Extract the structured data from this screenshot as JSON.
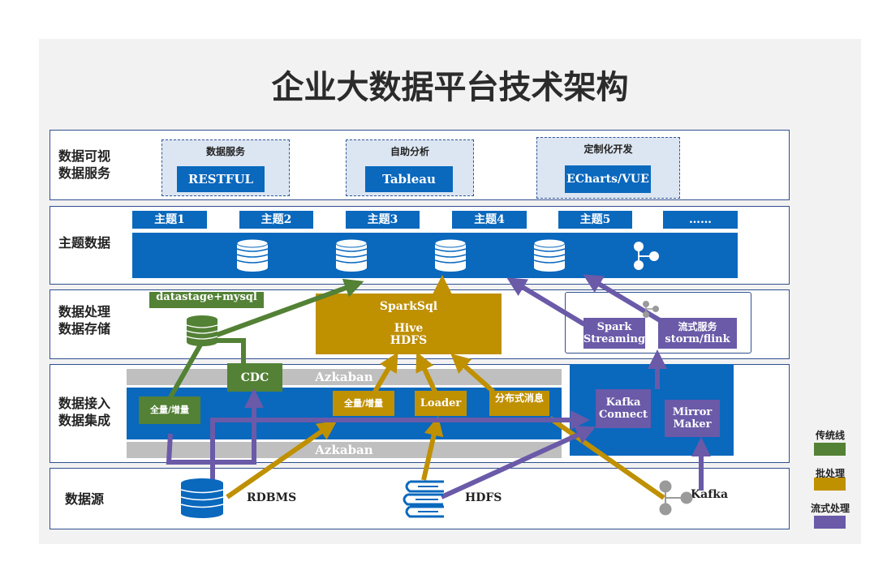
{
  "title": "企业大数据平台技术架构",
  "layers": {
    "viz": "数据可视\n数据服务",
    "subject": "主题数据",
    "process": "数据处理\n数据存储",
    "ingest": "数据接入\n数据集成",
    "source": "数据源"
  },
  "services": [
    {
      "label": "数据服务",
      "tool": "RESTFUL"
    },
    {
      "label": "自助分析",
      "tool": "Tableau"
    },
    {
      "label": "定制化开发",
      "tool": "ECharts/VUE"
    }
  ],
  "topics": [
    "主题1",
    "主题2",
    "主题3",
    "主题4",
    "主题5",
    "……"
  ],
  "processing": {
    "datastage": "datastage+mysql",
    "sparksql": "SparkSql",
    "hive": "Hive",
    "hdfs": "HDFS",
    "spark_streaming": "Spark Streaming",
    "stream_service": "流式服务",
    "storm_flink": "storm/flink"
  },
  "ingestion": {
    "cdc": "CDC",
    "full_incremental_green": "全量/增量",
    "azkaban_top": "Azkaban",
    "azkaban_bottom": "Azkaban",
    "full_incremental_gold": "全量/增量",
    "loader": "Loader",
    "distributed_msg": "分布式消息",
    "kafka_connect": "Kafka Connect",
    "mirror_maker": "Mirror Maker"
  },
  "sources": {
    "rdbms": "RDBMS",
    "hdfs": "HDFS",
    "kafka": "Kafka"
  },
  "legend": [
    {
      "label": "传统线",
      "color": "#538135"
    },
    {
      "label": "批处理",
      "color": "#bf9000"
    },
    {
      "label": "流式处理",
      "color": "#6a5aa8"
    }
  ],
  "colors": {
    "traditional": "#538135",
    "batch": "#bf9000",
    "stream": "#6a5aa8",
    "platform_blue": "#0a68bd"
  }
}
